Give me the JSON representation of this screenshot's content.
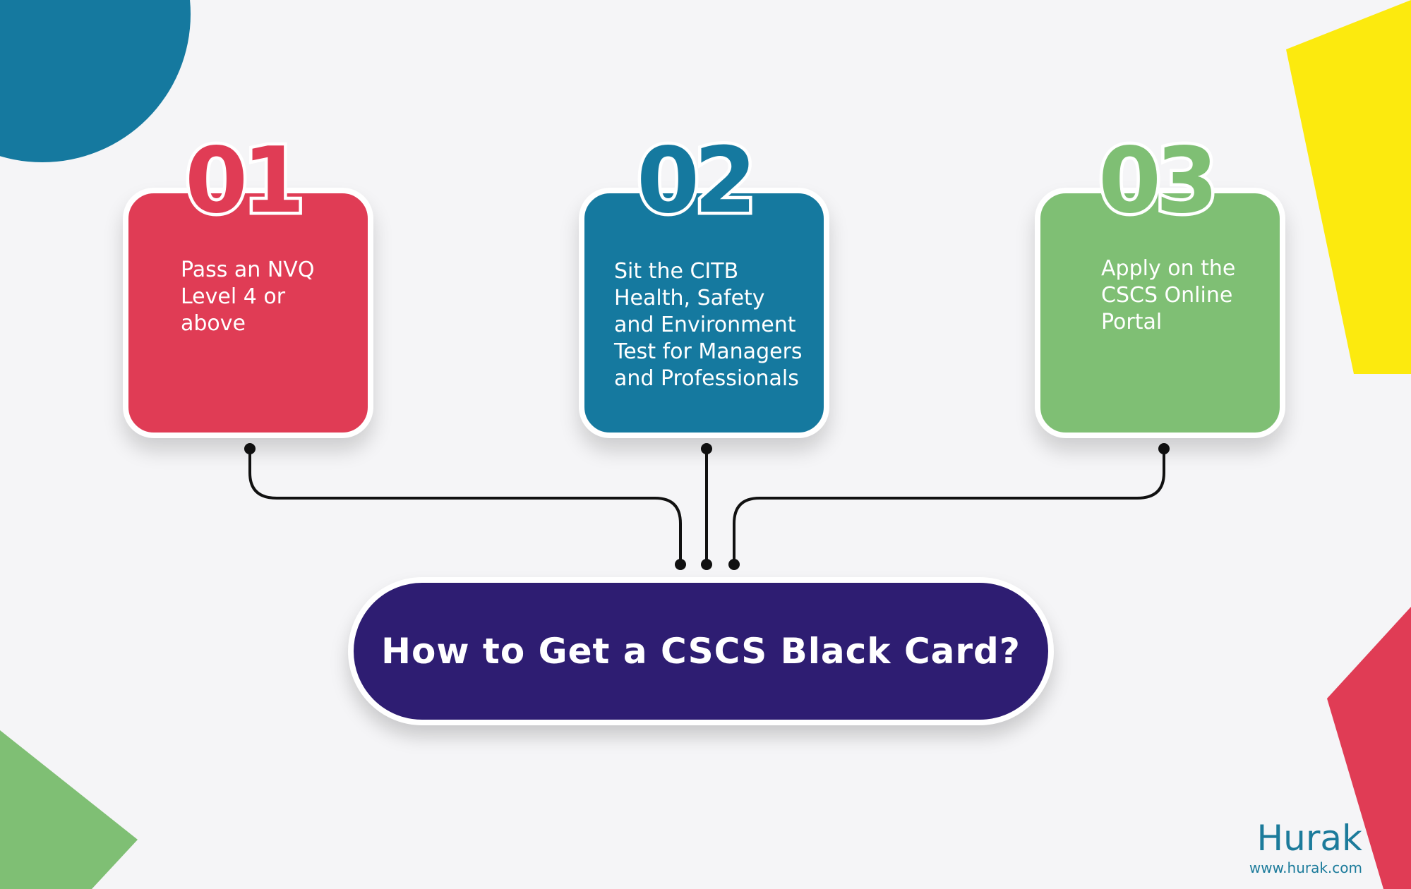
{
  "title": "How to Get a CSCS Black Card?",
  "steps": [
    {
      "number": "01",
      "text": "Pass an NVQ\nLevel 4 or\nabove",
      "color": "#e03c55"
    },
    {
      "number": "02",
      "text": "Sit the CITB\nHealth, Safety\nand Environment\nTest for Managers\nand Professionals",
      "color": "#15799f"
    },
    {
      "number": "03",
      "text": "Apply on the\nCSCS Online\nPortal",
      "color": "#7fbf74"
    }
  ],
  "brand": {
    "name": "Hurak",
    "url": "www.hurak.com",
    "color": "#1c7b9b"
  },
  "colors": {
    "title_pill": "#2e1d72",
    "connector": "#111111",
    "deco_blue": "#15799f",
    "deco_yellow": "#fcea0e",
    "deco_red": "#e03c55",
    "deco_green": "#7fbf74"
  }
}
